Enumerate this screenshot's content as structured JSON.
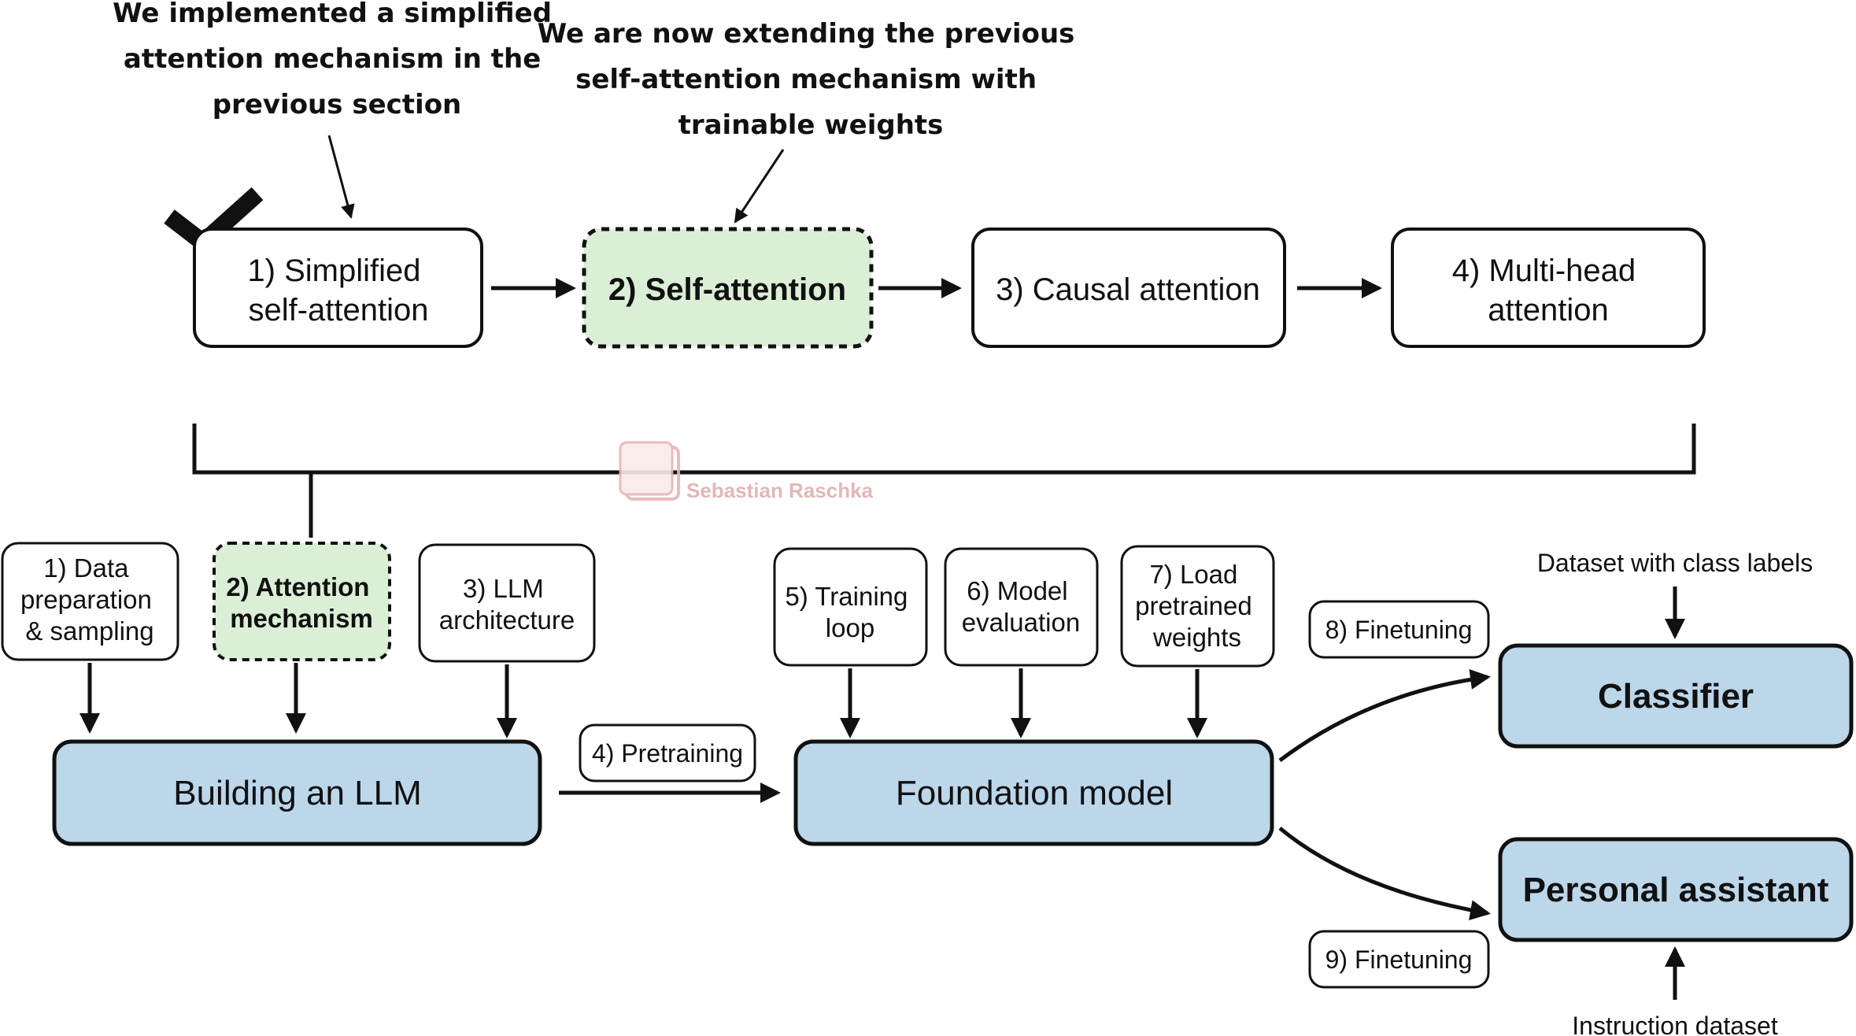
{
  "top_notes": {
    "left": [
      "We implemented a simplified",
      "attention mechanism in the",
      "previous section"
    ],
    "right": [
      "We are now extending the previous",
      "self-attention mechanism with",
      "trainable weights"
    ]
  },
  "attention_steps": [
    {
      "lines": [
        "1) Simplified",
        "self-attention"
      ],
      "state": "completed"
    },
    {
      "lines": [
        "2) Self-attention"
      ],
      "state": "current"
    },
    {
      "lines": [
        "3) Causal attention"
      ],
      "state": "upcoming"
    },
    {
      "lines": [
        "4) Multi-head",
        "attention"
      ],
      "state": "upcoming"
    }
  ],
  "stage1_steps": [
    {
      "lines": [
        "1) Data",
        "preparation",
        "& sampling"
      ]
    },
    {
      "lines": [
        "2) Attention",
        "mechanism"
      ],
      "highlighted": true
    },
    {
      "lines": [
        "3) LLM",
        "architecture"
      ]
    }
  ],
  "stage2_steps": [
    {
      "lines": [
        "5) Training",
        "loop"
      ]
    },
    {
      "lines": [
        "6) Model",
        "evaluation"
      ]
    },
    {
      "lines": [
        "7) Load",
        "pretrained",
        "weights"
      ]
    }
  ],
  "main_boxes": {
    "building": "Building an LLM",
    "foundation": "Foundation model",
    "classifier": "Classifier",
    "assistant": "Personal assistant"
  },
  "edge_labels": {
    "pretraining": "4) Pretraining",
    "finetune_classifier": "8) Finetuning",
    "finetune_assistant": "9) Finetuning"
  },
  "inputs": {
    "classifier": "Dataset with class labels",
    "assistant": "Instruction dataset"
  },
  "watermark": "Sebastian Raschka",
  "colors": {
    "main_fill": "#bcd6ea",
    "highlight_fill": "#dbeed6",
    "stroke": "#111111",
    "watermark": "#e8b4b4"
  }
}
